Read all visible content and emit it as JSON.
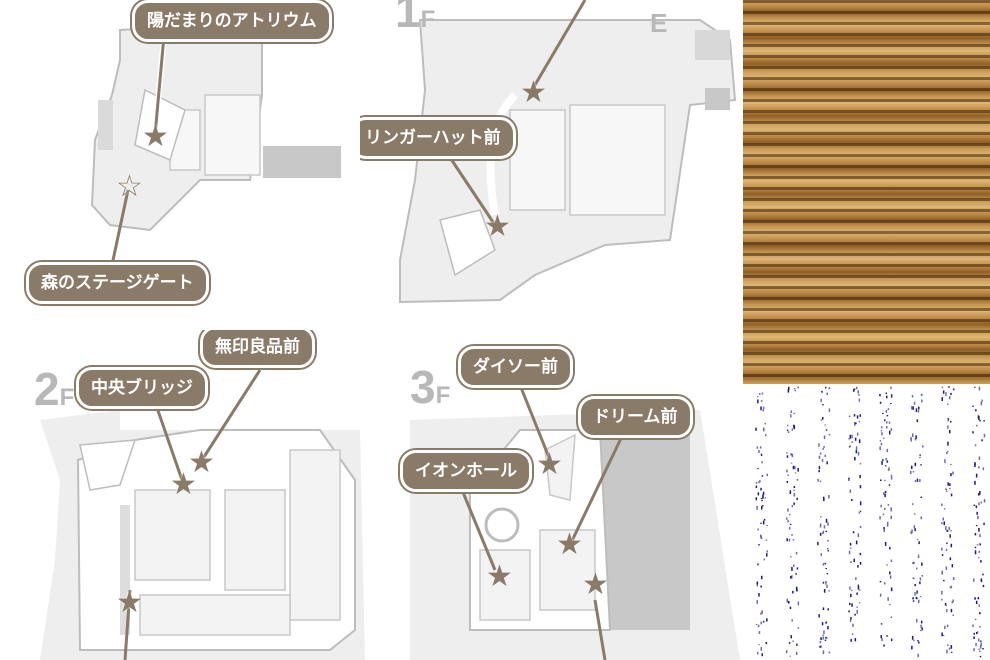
{
  "panels": {
    "top_left": {
      "labels": [
        "陽だまりのアトリウム",
        "森のステージゲート"
      ]
    },
    "top_right": {
      "floor": {
        "number": "1",
        "unit": "F"
      },
      "labels": [
        "リンガーハット前"
      ],
      "mark": "E"
    },
    "bottom_left": {
      "floor": {
        "number": "2",
        "unit": "F"
      },
      "labels": [
        "無印良品前",
        "中央ブリッジ"
      ]
    },
    "bottom_right": {
      "floor": {
        "number": "3",
        "unit": "F"
      },
      "labels": [
        "ダイソー前",
        "ドリーム前",
        "イオンホール"
      ]
    }
  },
  "icons": {
    "spot_marker": "star-icon"
  },
  "colors": {
    "label_bg": "#8a7a68",
    "label_text": "#ffffff",
    "map_fill": "#efefef",
    "map_outline": "#bdbdbd",
    "dark_block": "#c8c8c8",
    "wood": "#b98642"
  }
}
